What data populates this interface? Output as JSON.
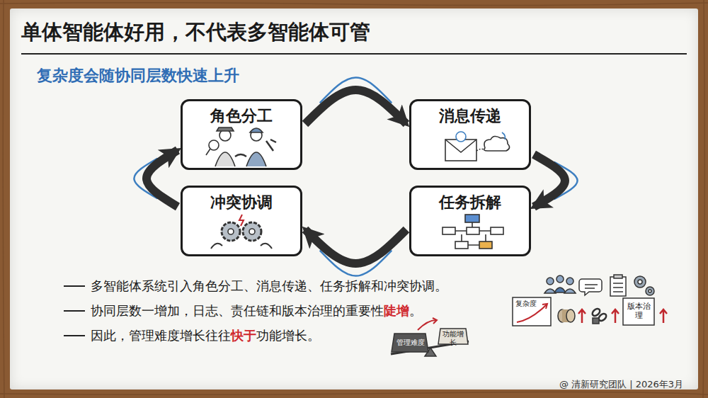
{
  "diagram": {
    "title": "单体智能体好用，不代表多智能体可管",
    "nodes": [
      {
        "text": [
          "角色分工"
        ]
      },
      {
        "text": [
          "消息传递"
        ]
      },
      {
        "text": [
          "任务拆解"
        ]
      },
      {
        "text": [
          "冲突协调"
        ]
      }
    ],
    "edges": [
      {
        "from": 0,
        "to": 1,
        "arrow": "to"
      },
      {
        "from": 1,
        "to": 2,
        "arrow": "to"
      },
      {
        "from": 2,
        "to": 3,
        "arrow": "to"
      },
      {
        "from": 3,
        "to": 0,
        "arrow": "to"
      }
    ],
    "labels": [
      "复杂度会随协同层数快速上升",
      "多智能体系统引入角色分工、消息传递、任务拆解和冲突协调。",
      "协同层数一增加，日志、责任链和版本治理的重要性",
      "陡增",
      "。",
      "因此，管理难度增长往往",
      "快于",
      "功能增长。",
      "复杂度",
      "版本治理",
      "管理难度",
      "功能增长",
      "@ 清新研究团队 | 2026年3月"
    ]
  }
}
